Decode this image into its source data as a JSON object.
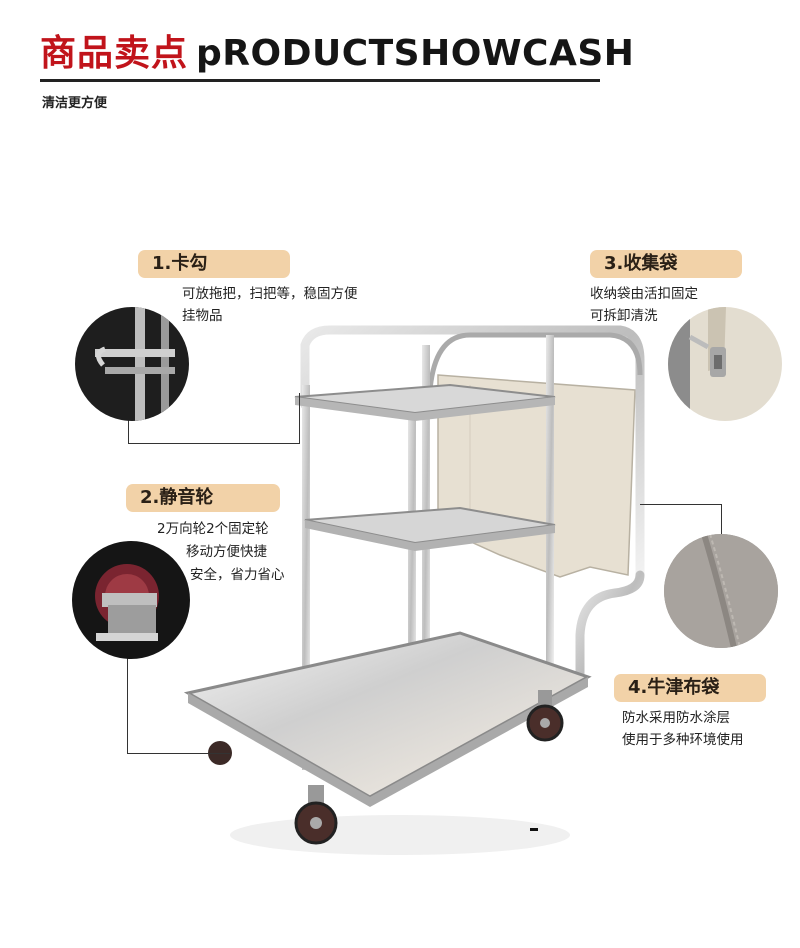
{
  "header": {
    "title_cn": "商品卖点",
    "title_en": "pRODUCTSHOWCASH",
    "subtitle": "清洁更方便"
  },
  "features": [
    {
      "label": "1.卡勾",
      "lines": [
        "可放拖把，扫把等，稳固方便",
        "挂物品"
      ]
    },
    {
      "label": "2.静音轮",
      "lines": [
        "2万向轮2个固定轮",
        "移动方便快捷",
        "安全，省力省心"
      ]
    },
    {
      "label": "3.收集袋",
      "lines": [
        "收纳袋由活扣固定",
        "可拆卸清洗"
      ]
    },
    {
      "label": "4.牛津布袋",
      "lines": [
        "防水采用防水涂层",
        "使用于多种环境使用"
      ]
    }
  ],
  "colors": {
    "title_red": "#c1141b",
    "pill_bg": "#f2d2a8",
    "text": "#222222"
  },
  "icons": [
    "hook-detail-photo",
    "caster-wheel-photo",
    "buckle-detail-photo",
    "oxford-fabric-photo",
    "cart-photo"
  ]
}
